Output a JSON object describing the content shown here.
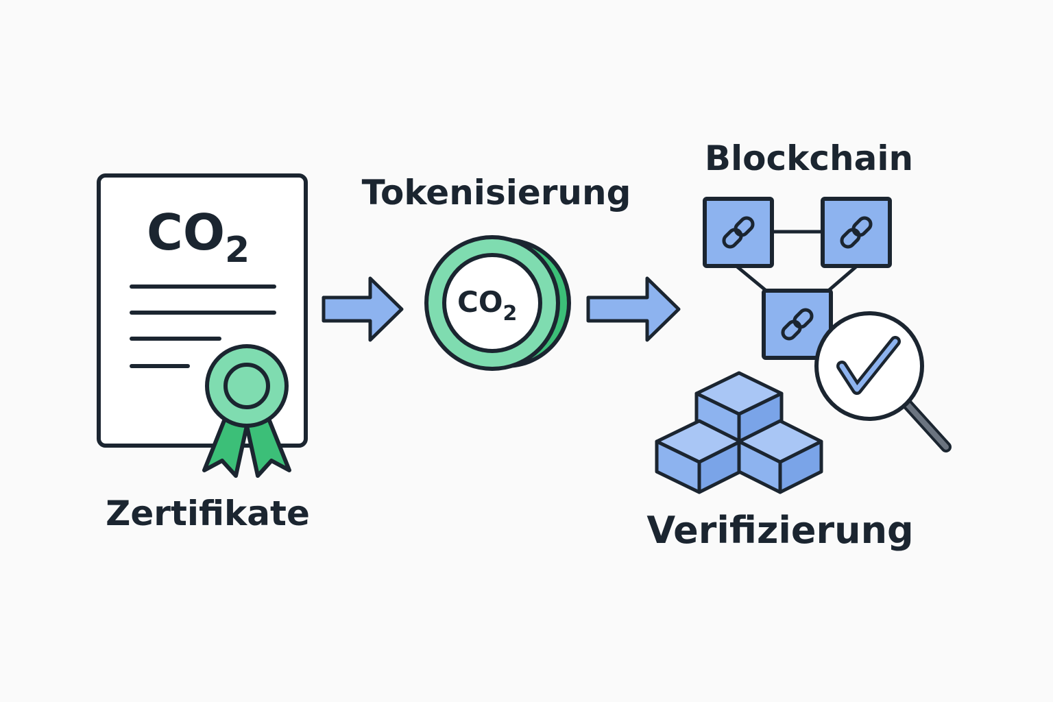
{
  "labels": {
    "certificates": "Zertifikate",
    "tokenization": "Tokenisierung",
    "blockchain": "Blockchain",
    "verification": "Verifizierung"
  },
  "certificate": {
    "co2_main": "CO",
    "co2_sub": "2"
  },
  "token": {
    "co2_main": "CO",
    "co2_sub": "2"
  },
  "colors": {
    "outline": "#1b2530",
    "green_fill": "#7fdcb0",
    "green_dark": "#3cbf78",
    "blue_fill": "#8db3ef",
    "background": "#fafafa"
  },
  "icons": [
    "certificate-icon",
    "award-ribbon-icon",
    "arrow-right-icon",
    "co2-token-icon",
    "blockchain-network-icon",
    "chain-link-icon",
    "cubes-icon",
    "magnifier-check-icon"
  ]
}
